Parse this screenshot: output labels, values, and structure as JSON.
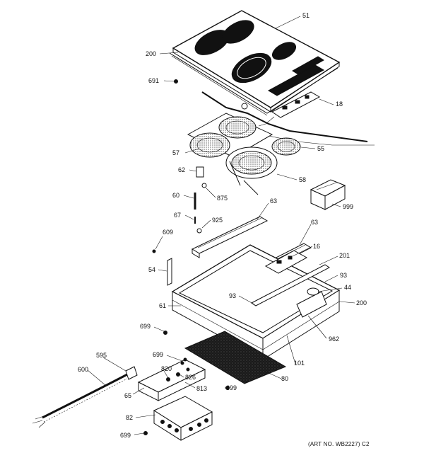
{
  "labels": {
    "l51": "51",
    "l200a": "200",
    "l691": "691",
    "l18": "18",
    "l57": "57",
    "l55": "55",
    "l62": "62",
    "l58": "58",
    "l875": "875",
    "l60": "60",
    "l999": "999",
    "l63a": "63",
    "l67": "67",
    "l925": "925",
    "l609": "609",
    "l63b": "63",
    "l16": "16",
    "l201": "201",
    "l54": "54",
    "l93a": "93",
    "l44": "44",
    "l93b": "93",
    "l200b": "200",
    "l61": "61",
    "l699a": "699",
    "l962": "962",
    "l101": "101",
    "l595": "595",
    "l699b": "699",
    "l820": "820",
    "l826": "826",
    "l600": "600",
    "l813": "813",
    "l699c": "699",
    "l80": "80",
    "l65": "65",
    "l82": "82",
    "l699d": "699"
  },
  "art_number": "(ART NO. WB2227) C2"
}
